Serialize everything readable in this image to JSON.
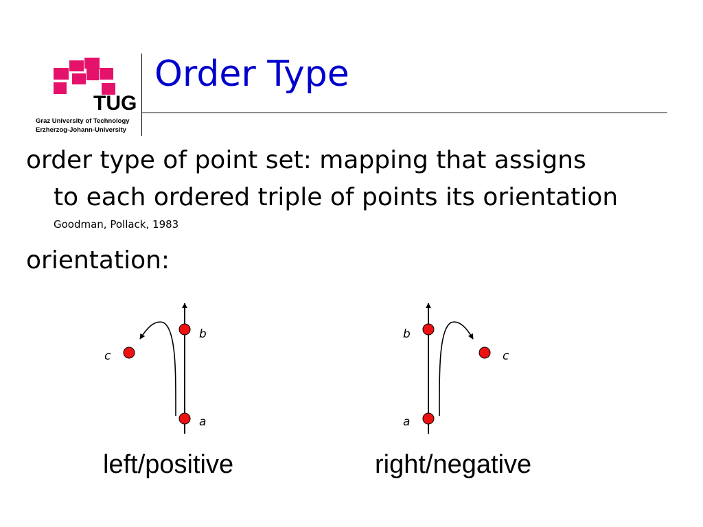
{
  "header": {
    "title": "Order Type",
    "title_color": "#0000cc",
    "logo": {
      "text": "TUG",
      "line1": "Graz University of Technology",
      "line2": "Erzherzog-Johann-University",
      "brand_color": "#e4126b"
    }
  },
  "body": {
    "bullet1_line1": "order type of point set: mapping that assigns",
    "bullet1_line2": "to each ordered triple of points its orientation",
    "citation": "Goodman, Pollack, 1983",
    "bullet2": "orientation:"
  },
  "diagram": {
    "point_color": "#ee1111",
    "left_panel": {
      "labels": {
        "a": "a",
        "b": "b",
        "c": "c"
      },
      "caption": "left/positive"
    },
    "right_panel": {
      "labels": {
        "a": "a",
        "b": "b",
        "c": "c"
      },
      "caption": "right/negative"
    }
  }
}
